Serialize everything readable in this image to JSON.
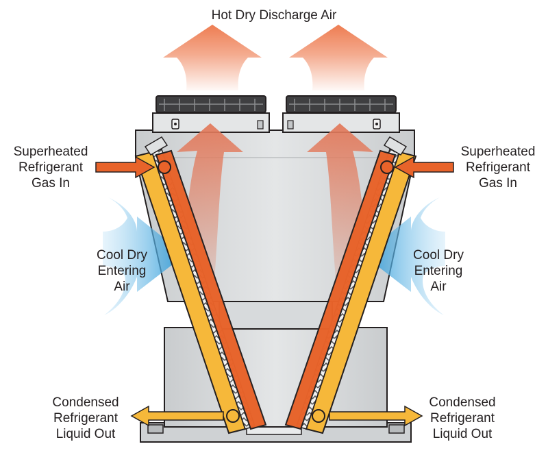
{
  "labels": {
    "discharge": "Hot Dry Discharge Air",
    "superheated_left": [
      "Superheated",
      "Refrigerant",
      "Gas In"
    ],
    "superheated_right": [
      "Superheated",
      "Refrigerant",
      "Gas In"
    ],
    "cool_left": [
      "Cool Dry",
      "Entering",
      "Air"
    ],
    "cool_right": [
      "Cool Dry",
      "Entering",
      "Air"
    ],
    "condensed_left": [
      "Condensed",
      "Refrigerant",
      "Liquid Out"
    ],
    "condensed_right": [
      "Condensed",
      "Refrigerant",
      "Liquid Out"
    ]
  },
  "colors": {
    "hot_arrow": "#ee7d52",
    "cool_arrow": "#4aa9e0",
    "coil_orange": "#e8632a",
    "coil_yellow": "#f6b83a",
    "cabinet": "#d9dcde",
    "outline": "#231f20"
  },
  "icons": [
    "hot-air-arrow",
    "cool-air-arrow",
    "refrigerant-in-arrow",
    "refrigerant-out-arrow",
    "fan-guard-icon"
  ]
}
